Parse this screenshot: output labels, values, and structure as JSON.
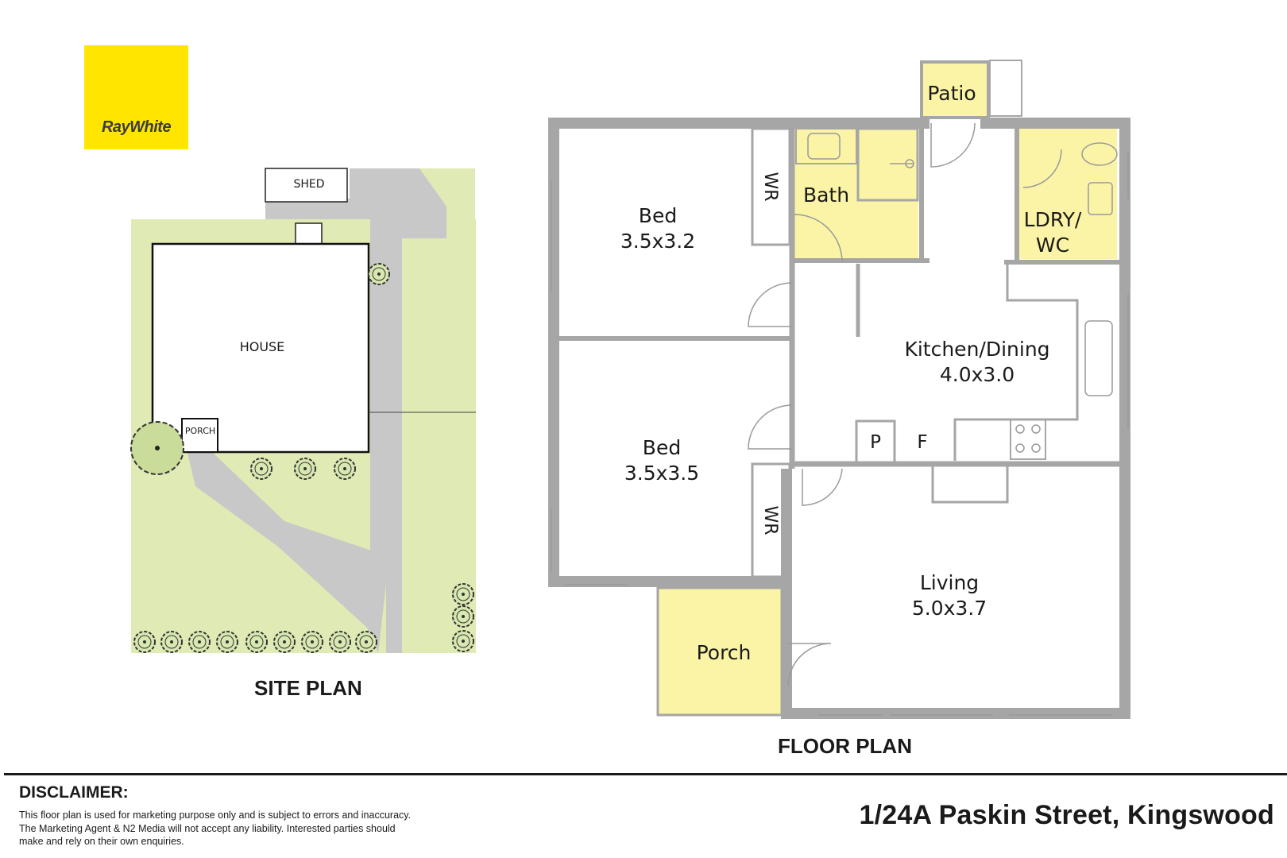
{
  "brand": {
    "logo_text": "RayWhite",
    "logo_color": "#ffe500"
  },
  "site_plan": {
    "title": "SITE PLAN",
    "labels": {
      "shed": "SHED",
      "house": "HOUSE",
      "porch": "PORCH"
    },
    "colors": {
      "lawn": "#e0eab4",
      "path": "#c8c8c8"
    }
  },
  "floor_plan": {
    "title": "FLOOR PLAN",
    "rooms": {
      "bed1": {
        "name": "Bed",
        "size": "3.5x3.2"
      },
      "bed2": {
        "name": "Bed",
        "size": "3.5x3.5"
      },
      "bath": {
        "name": "Bath"
      },
      "laundry": {
        "name": "LDRY/",
        "name2": "WC"
      },
      "patio": {
        "name": "Patio"
      },
      "kitchen": {
        "name": "Kitchen/Dining",
        "size": "4.0x3.0"
      },
      "living": {
        "name": "Living",
        "size": "5.0x3.7"
      },
      "porch": {
        "name": "Porch"
      },
      "wr1": "WR",
      "wr2": "WR",
      "pantry": "P",
      "fridge": "F"
    },
    "colors": {
      "wall": "#a6a6a6",
      "wet_area": "#fbf4a6"
    }
  },
  "disclaimer": {
    "heading": "DISCLAIMER:",
    "line1": "This floor plan is used for marketing purpose only and is subject to errors and inaccuracy.",
    "line2": "The Marketing Agent & N2 Media will not accept any liability. Interested parties should",
    "line3": "make and rely on their own enquiries."
  },
  "address": "1/24A Paskin Street, Kingswood"
}
